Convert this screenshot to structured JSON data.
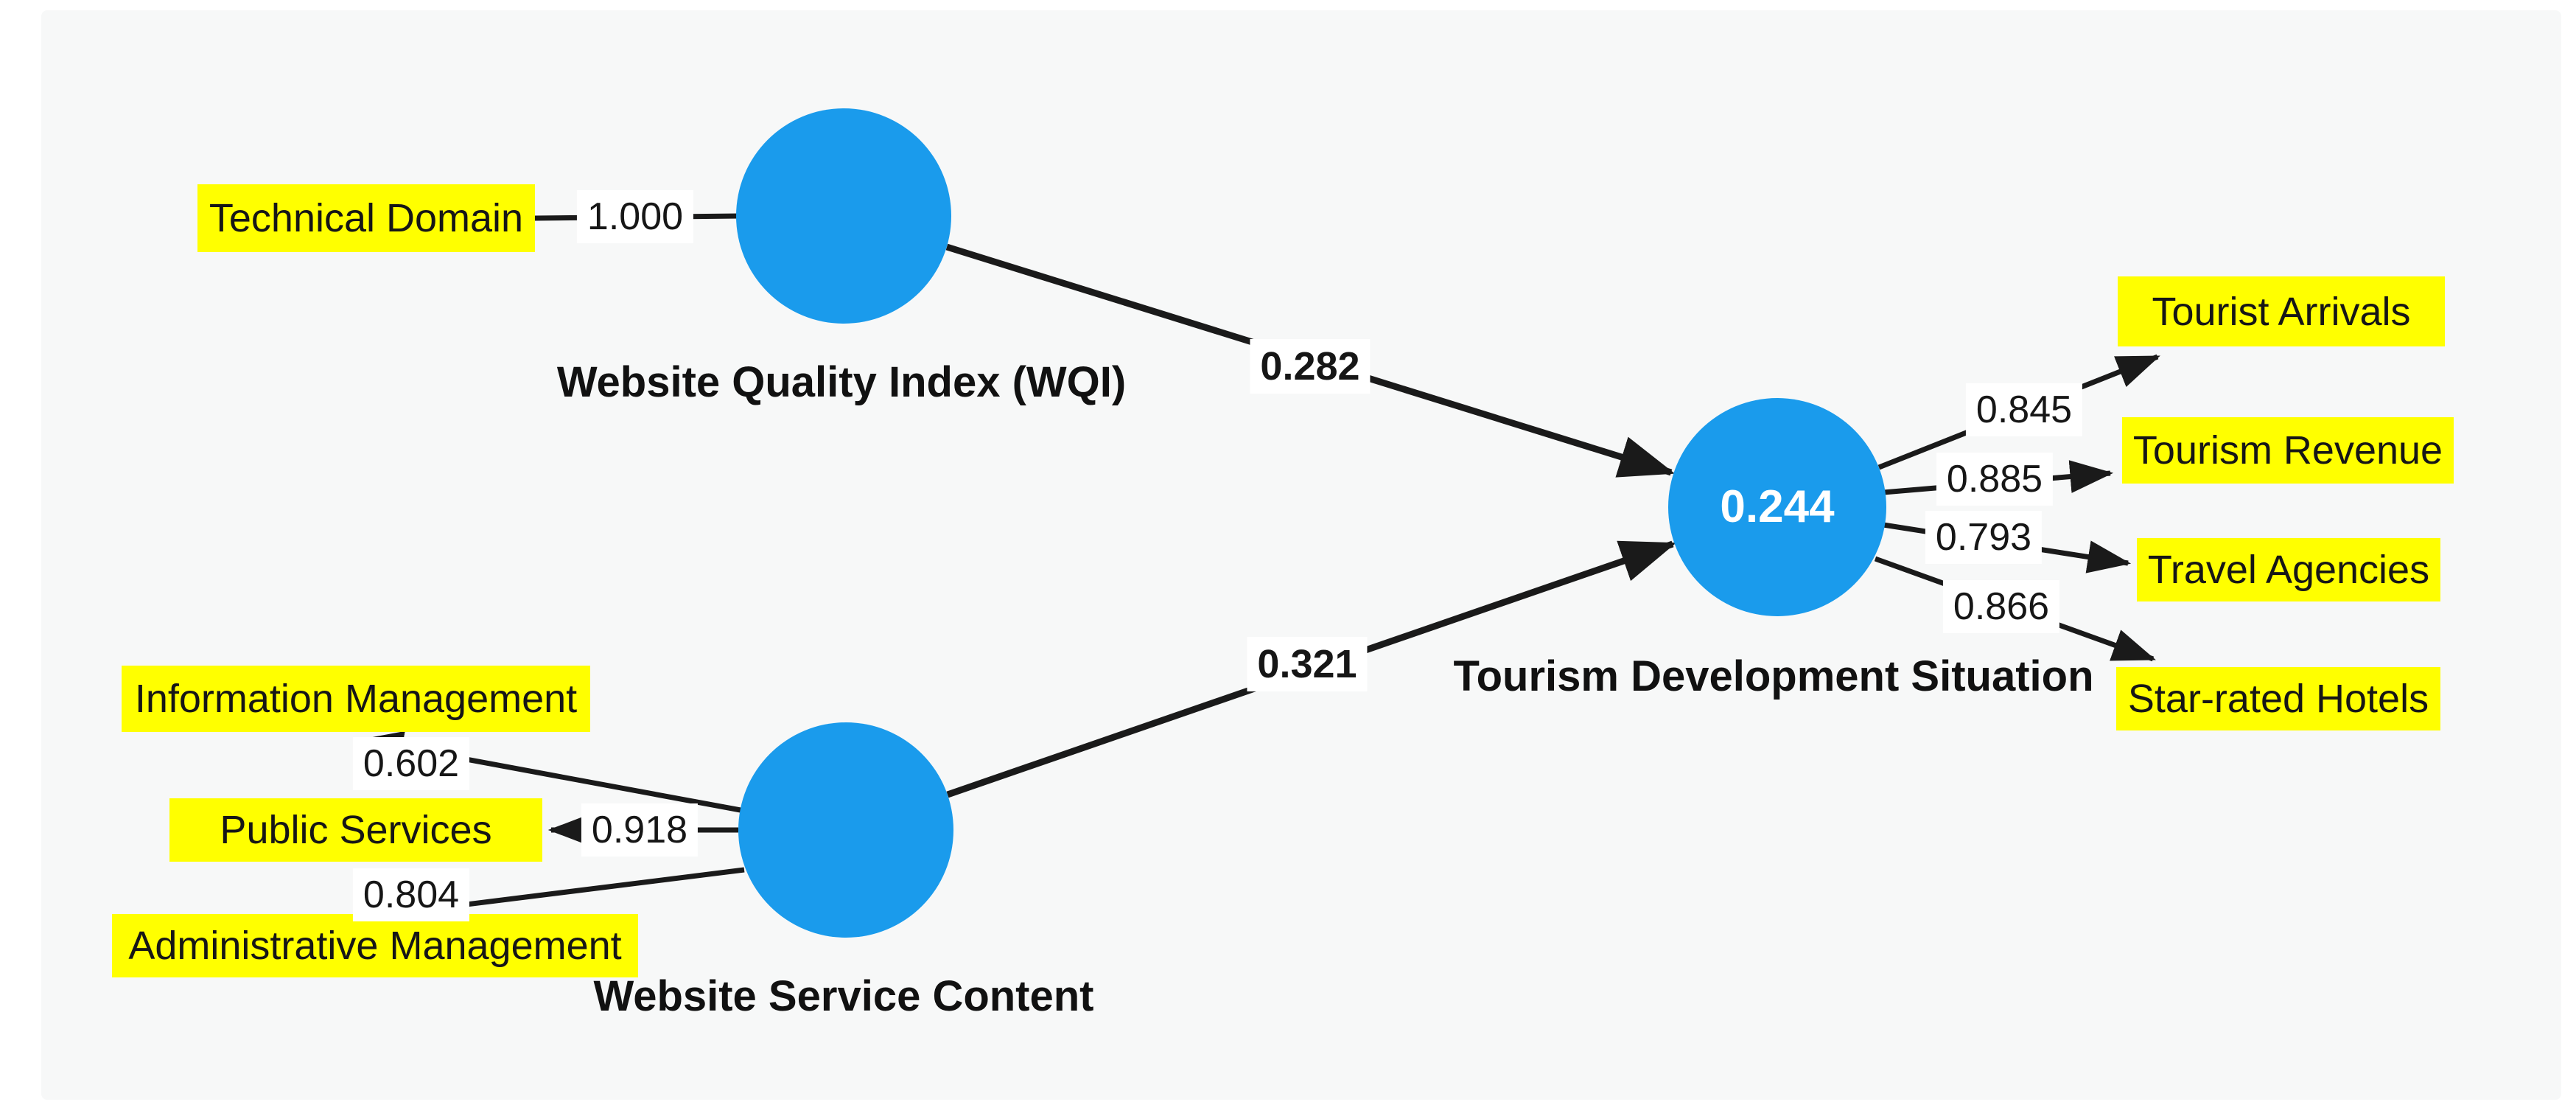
{
  "figure": {
    "type": "sem-path-diagram",
    "constructs": [
      {
        "id": "wqi",
        "label": "Website Quality Index (WQI)"
      },
      {
        "id": "wsc",
        "label": "Website Service Content"
      },
      {
        "id": "tds",
        "label": "Tourism Development Situation",
        "r_squared": "0.244"
      }
    ],
    "indicators": [
      {
        "label": "Technical Domain",
        "loading": "1.000",
        "construct": "wqi"
      },
      {
        "label": "Information Management",
        "loading": "0.602",
        "construct": "wsc"
      },
      {
        "label": "Public Services",
        "loading": "0.918",
        "construct": "wsc"
      },
      {
        "label": "Administrative Management",
        "loading": "0.804",
        "construct": "wsc"
      },
      {
        "label": "Tourist Arrivals",
        "loading": "0.845",
        "construct": "tds"
      },
      {
        "label": "Tourism Revenue",
        "loading": "0.885",
        "construct": "tds"
      },
      {
        "label": "Travel Agencies",
        "loading": "0.793",
        "construct": "tds"
      },
      {
        "label": "Star-rated Hotels",
        "loading": "0.866",
        "construct": "tds"
      }
    ],
    "paths": [
      {
        "from": "Website Quality Index (WQI)",
        "to": "Tourism Development Situation",
        "coefficient": "0.282"
      },
      {
        "from": "Website Service Content",
        "to": "Tourism Development Situation",
        "coefficient": "0.321"
      }
    ],
    "colors": {
      "construct_fill": "#1a9bec",
      "indicator_highlight": "#ffff00",
      "line": "#1a1a1a",
      "number_label_bg": "#ffffff",
      "canvas_bg": "#f7f8f8",
      "page_bg": "#ffffff",
      "r_squared_text": "#ffffff"
    }
  }
}
